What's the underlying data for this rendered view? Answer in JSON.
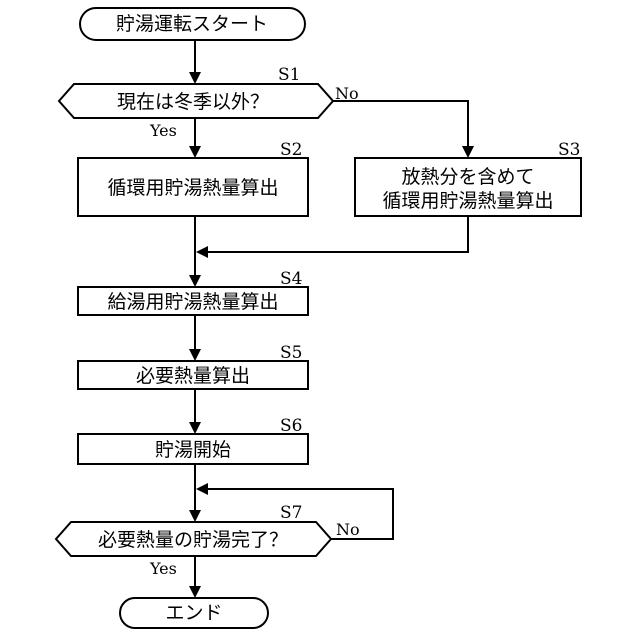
{
  "flowchart": {
    "start": "貯湯運転スタート",
    "end": "エンド",
    "decision_s1": {
      "step": "S1",
      "text": "現在は冬季以外？",
      "yes": "Yes",
      "no": "No"
    },
    "process_s2": {
      "step": "S2",
      "text": "循環用貯湯熱量算出"
    },
    "process_s3": {
      "step": "S3",
      "line1": "放熱分を含めて",
      "line2": "循環用貯湯熱量算出"
    },
    "process_s4": {
      "step": "S4",
      "text": "給湯用貯湯熱量算出"
    },
    "process_s5": {
      "step": "S5",
      "text": "必要熱量算出"
    },
    "process_s6": {
      "step": "S6",
      "text": "貯湯開始"
    },
    "decision_s7": {
      "step": "S7",
      "text": "必要熱量の貯湯完了？",
      "yes": "Yes",
      "no": "No"
    }
  }
}
